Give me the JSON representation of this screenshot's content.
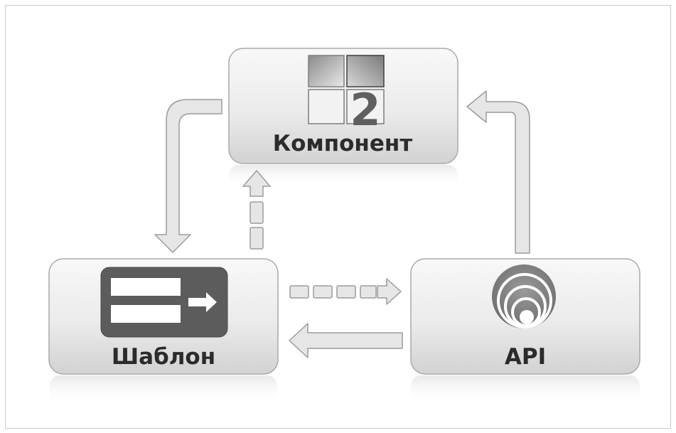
{
  "diagram": {
    "nodes": {
      "component": {
        "label": "Компонент",
        "icon": "component-grid-icon",
        "badge": "2"
      },
      "template": {
        "label": "Шаблон",
        "icon": "template-form-icon"
      },
      "api": {
        "label": "API",
        "icon": "api-rings-icon"
      }
    },
    "edges": [
      {
        "from": "component",
        "to": "template",
        "style": "solid"
      },
      {
        "from": "api",
        "to": "component",
        "style": "solid"
      },
      {
        "from": "template",
        "to": "component",
        "style": "dashed"
      },
      {
        "from": "template",
        "to": "api",
        "style": "dashed"
      },
      {
        "from": "api",
        "to": "template",
        "style": "solid"
      }
    ],
    "colors": {
      "node_fill_top": "#f7f7f7",
      "node_fill_bottom": "#d6d6d6",
      "node_border": "#a8a8a8",
      "arrow_fill": "#e4e4e4",
      "arrow_stroke": "#9a9a9a",
      "icon_dark": "#5a5a5a",
      "label": "#2b2b2b"
    }
  }
}
